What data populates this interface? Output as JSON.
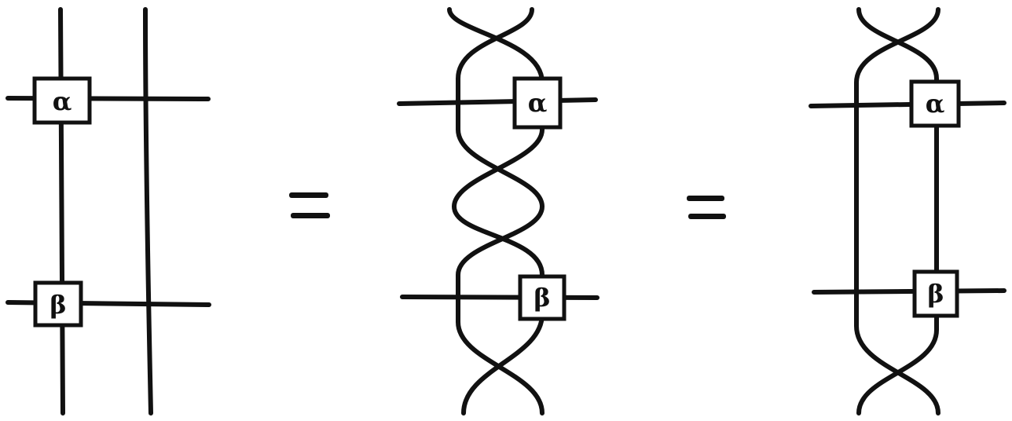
{
  "diagram": {
    "ink_color": "#111111",
    "background_color": "#ffffff",
    "box_labels": {
      "alpha": "α",
      "beta": "β"
    },
    "equals_signs": 2
  }
}
